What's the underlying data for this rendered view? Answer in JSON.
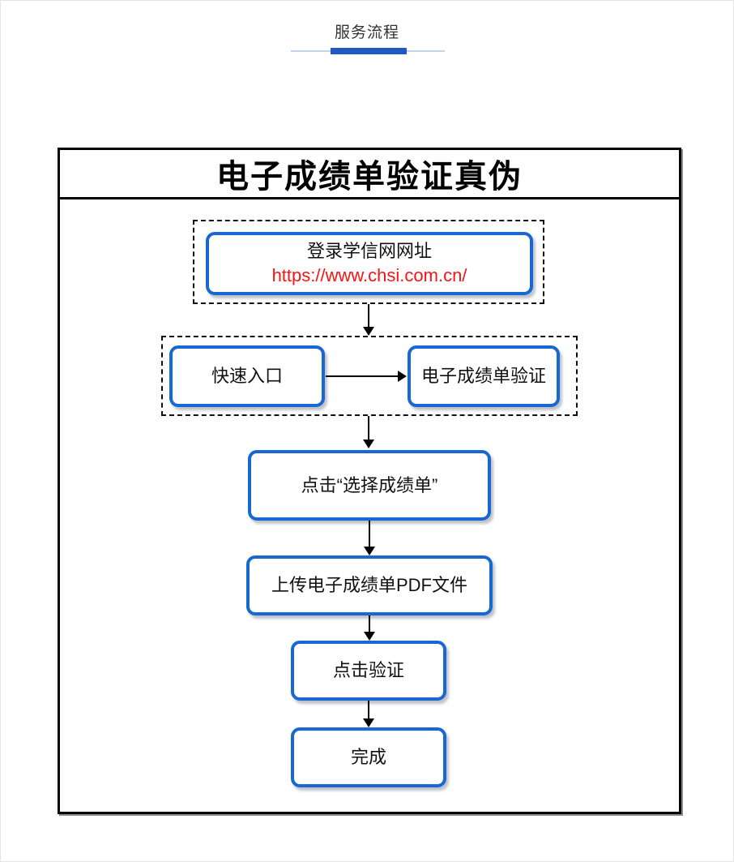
{
  "header": {
    "section_title": "服务流程"
  },
  "panel": {
    "title": "电子成绩单验证真伪"
  },
  "flow": {
    "step1_line1": "登录学信网网址",
    "step1_url": "https://www.chsi.com.cn/",
    "step2_left": "快速入口",
    "step2_right": "电子成绩单验证",
    "step3": "点击“选择成绩单”",
    "step4": "上传电子成绩单PDF文件",
    "step5": "点击验证",
    "step6": "完成"
  },
  "colors": {
    "accent_blue": "#2159c4",
    "node_border_blue": "#1768d2",
    "url_red": "#f71414",
    "panel_border": "#000000"
  }
}
